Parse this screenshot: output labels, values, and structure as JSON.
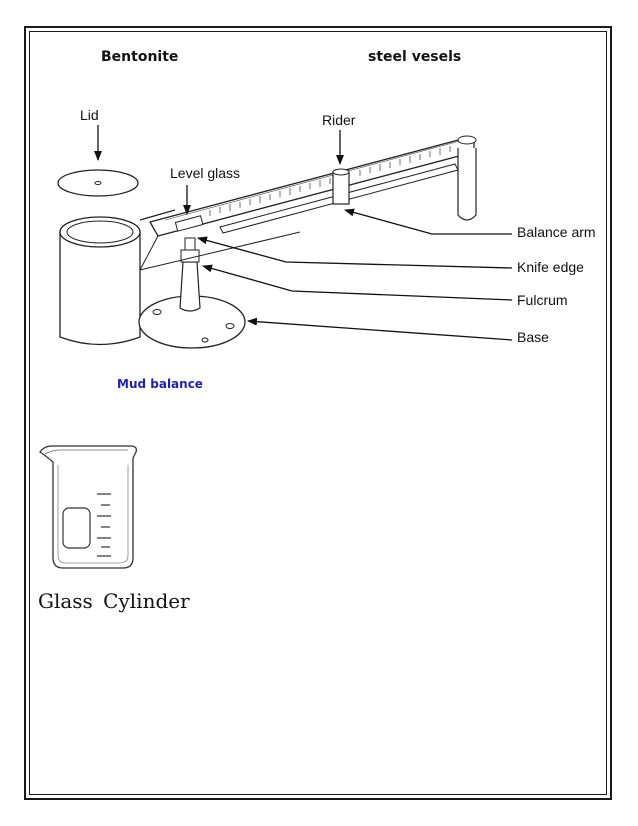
{
  "header": {
    "left": "Bentonite",
    "right": "steel vesels"
  },
  "diagram": {
    "labels": {
      "lid": "Lid",
      "rider": "Rider",
      "level_glass": "Level glass",
      "balance_arm": "Balance arm",
      "knife_edge": "Knife edge",
      "fulcrum": "Fulcrum",
      "base": "Base"
    },
    "caption": "Mud balance"
  },
  "beaker": {
    "caption": "Glass  Cylinder"
  }
}
